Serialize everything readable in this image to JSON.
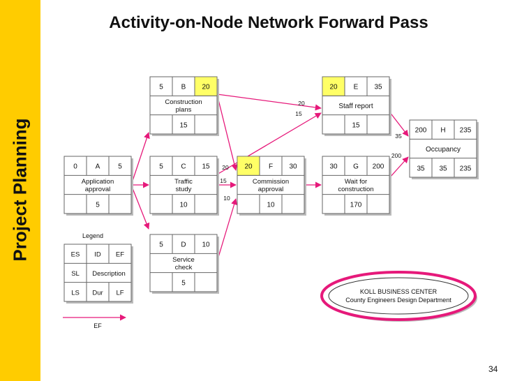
{
  "sidebar": {
    "label": "Project Planning"
  },
  "title": "Activity-on-Node Network Forward Pass",
  "page_number": "34",
  "colors": {
    "sidebar": "#ffcc00",
    "arrow": "#e6197a",
    "highlight": "#ffff66",
    "seal": "#e6197a"
  },
  "nodes": [
    {
      "es": "0",
      "id": "A",
      "ef": "5",
      "desc": [
        "Application",
        "approval"
      ],
      "dur": "5"
    },
    {
      "es": "5",
      "id": "B",
      "ef": "20",
      "desc": [
        "Construction",
        "plans"
      ],
      "dur": "15"
    },
    {
      "es": "5",
      "id": "C",
      "ef": "15",
      "desc": [
        "Traffic",
        "study"
      ],
      "dur": "10"
    },
    {
      "es": "5",
      "id": "D",
      "ef": "10",
      "desc": [
        "Service",
        "check"
      ],
      "dur": "5"
    },
    {
      "es": "20",
      "id": "E",
      "ef": "35",
      "desc": [
        "Staff report"
      ],
      "dur": "15"
    },
    {
      "es": "20",
      "id": "F",
      "ef": "30",
      "desc": [
        "Commission",
        "approval"
      ],
      "dur": "10"
    },
    {
      "es": "30",
      "id": "G",
      "ef": "200",
      "desc": [
        "Wait for",
        "construction"
      ],
      "dur": "170"
    },
    {
      "es": "200",
      "id": "H",
      "ef": "235",
      "desc": [
        "Occupancy"
      ],
      "dur": "35",
      "ls": "35",
      "lf": "235"
    }
  ],
  "arrow_labels": [
    "20",
    "15",
    "20",
    "15",
    "10",
    "35",
    "200"
  ],
  "legend": {
    "title": "Legend",
    "cells": [
      "ES",
      "ID",
      "EF",
      "SL",
      "Description",
      "LS",
      "Dur",
      "LF"
    ],
    "arrow_label": "EF"
  },
  "seal": {
    "line1": "KOLL BUSINESS CENTER",
    "line2": "County Engineers Design Department"
  }
}
